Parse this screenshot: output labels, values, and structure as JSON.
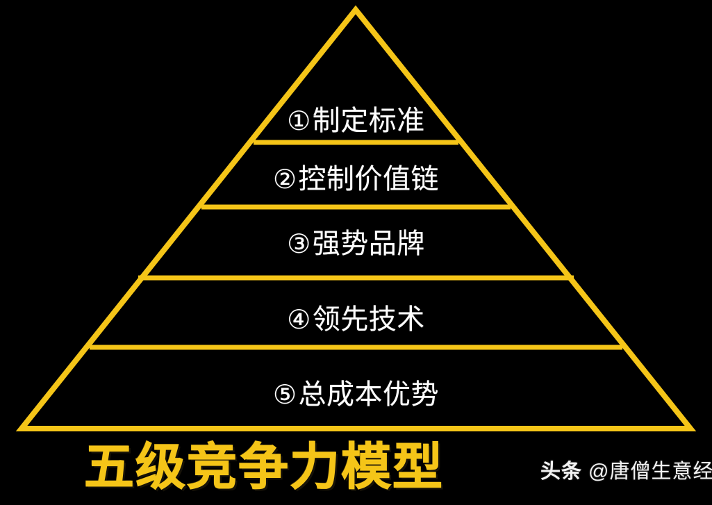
{
  "background_color": "#000000",
  "accent_color": "#F5C518",
  "text_color": "#FFFFFF",
  "diagram": {
    "type": "pyramid",
    "name": "five-level-competitiveness-pyramid",
    "level_count": 5,
    "levels": [
      {
        "index": "1",
        "marker": "①",
        "label": "制定标准",
        "full_text": "①制定标准"
      },
      {
        "index": "2",
        "marker": "②",
        "label": "控制价值链",
        "full_text": "②控制价值链"
      },
      {
        "index": "3",
        "marker": "③",
        "label": "强势品牌",
        "full_text": "③强势品牌"
      },
      {
        "index": "4",
        "marker": "④",
        "label": "领先技术",
        "full_text": "④领先技术"
      },
      {
        "index": "5",
        "marker": "⑤",
        "label": "总成本优势",
        "full_text": "⑤总成本优势"
      }
    ]
  },
  "title": {
    "text": "五级竞争力模型",
    "color": "#F5C518"
  },
  "watermark": {
    "brand": "头条",
    "handle": "@唐僧生意经"
  }
}
